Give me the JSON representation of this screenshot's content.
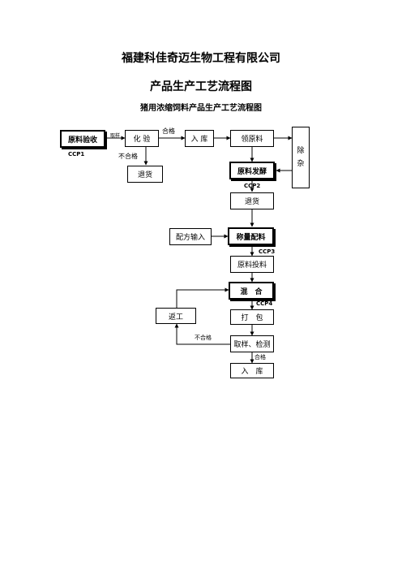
{
  "header": {
    "company": "福建科佳奇迈生物工程有限公司",
    "doc_title": "产品生产工艺流程图",
    "subtitle": "猪用浓缩饲料产品生产工艺流程图"
  },
  "flow": {
    "raw_receipt": "原料验收",
    "inspection": "化 验",
    "warehouse_in": "入 库",
    "collect_material": "领原料",
    "remove_impurity_1": "除",
    "remove_impurity_2": "杂",
    "return_goods_1": "退货",
    "raw_fermentation": "原料发酵",
    "return_goods_2": "退货",
    "formula_input": "配方输入",
    "weighing": "称量配料",
    "feeding": "原料投料",
    "mixing": "混　合",
    "rework": "返工",
    "packing": "打　包",
    "sampling_testing": "取样、检测",
    "final_warehouse": "入　库"
  },
  "labels": {
    "sampling": "取样",
    "pass_1": "合格",
    "fail_1": "不合格",
    "fail_2": "不合格",
    "pass_2": "合格"
  },
  "ccp": {
    "ccp1": "CCP1",
    "ccp2": "CCP2",
    "ccp3": "CCP3",
    "ccp4": "CCP4"
  }
}
